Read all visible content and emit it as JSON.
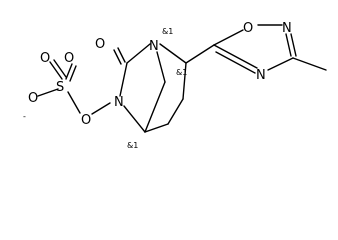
{
  "molecule": {
    "atoms": {
      "o_carbonyl": "O",
      "n_bridge": "N",
      "n_ring": "N",
      "o_ester": "O",
      "s": "S",
      "o_s_top1": "O",
      "o_s_top2": "O",
      "o_s_minus": "O",
      "minus": "-",
      "oxa_o": "O",
      "oxa_n_top": "N",
      "oxa_n_bottom": "N"
    },
    "stereo_labels": {
      "n_bridge": "&1",
      "c_oxadiazolyl": "&1",
      "c_bottom": "&1"
    }
  }
}
